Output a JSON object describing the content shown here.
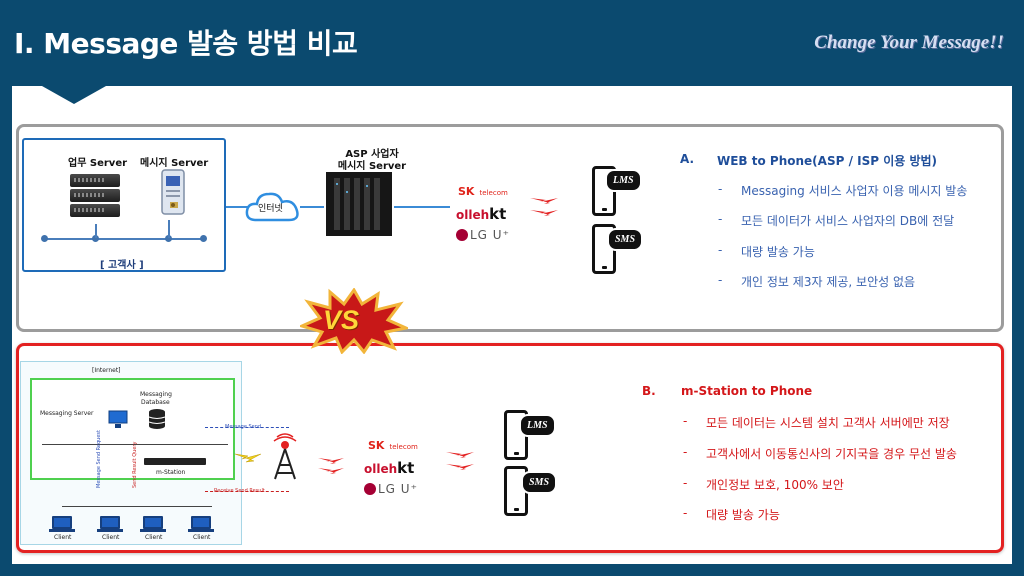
{
  "header": {
    "title": "I.    Message 발송 방법 비교",
    "tagline": "Change Your Message!!"
  },
  "top_panel": {
    "company": {
      "work_server_label": "업무 Server",
      "message_server_label": "메시지 Server",
      "caption": "[ 고객사 ]"
    },
    "internet_label": "인터넷",
    "asp_server_label_line1": "ASP 사업자",
    "asp_server_label_line2": "메시지 Server",
    "telcos": {
      "sk": "SK",
      "sk_sub": "telecom",
      "olleh": "olleh",
      "kt": "kt",
      "lgu": "LG U⁺"
    },
    "bubbles": {
      "lms": "LMS",
      "sms": "SMS"
    },
    "heading_letter": "A.",
    "heading": "WEB to Phone(ASP / ISP 이용 방법)",
    "items": [
      "Messaging 서비스 사업자 이용 메시지 발송",
      "모든 데이터가 서비스 사업자의 DB에 전달",
      "대량 발송 가능",
      "개인 정보 제3자 제공, 보안성 없음"
    ],
    "bullet": "-"
  },
  "vs_label": "VS",
  "bottom_panel": {
    "diagram": {
      "internet_label": "[Internet]",
      "messaging_server": "Messaging Server",
      "messaging_db_line1": "Messaging",
      "messaging_db_line2": "Database",
      "message_send": "Message Send",
      "send_request": "Message Send Request",
      "send_result_query": "Send Result Query",
      "receive_send_result": "Receive Send Result",
      "m_station": "m-Station",
      "clients": [
        "Client",
        "Client",
        "Client",
        "Client"
      ]
    },
    "telcos": {
      "sk": "SK",
      "sk_sub": "telecom",
      "olleh": "olleh",
      "kt": "kt",
      "lgu": "LG U⁺"
    },
    "bubbles": {
      "lms": "LMS",
      "sms": "SMS"
    },
    "heading_letter": "B.",
    "heading": "m-Station to Phone",
    "items": [
      "모든 데이터는 시스템 설치 고객사 서버에만 저장",
      "고객사에서 이동통신사의 기지국을 경우 무선 발송",
      "개인정보 보호, 100% 보안",
      "대량 발송 가능"
    ],
    "bullet": "-"
  },
  "colors": {
    "header_bg": "#0b4a6f",
    "panel_a_border": "#9c9c9c",
    "panel_b_border": "#e32121",
    "text_a": "#3a63b0",
    "text_b": "#d4171a"
  }
}
